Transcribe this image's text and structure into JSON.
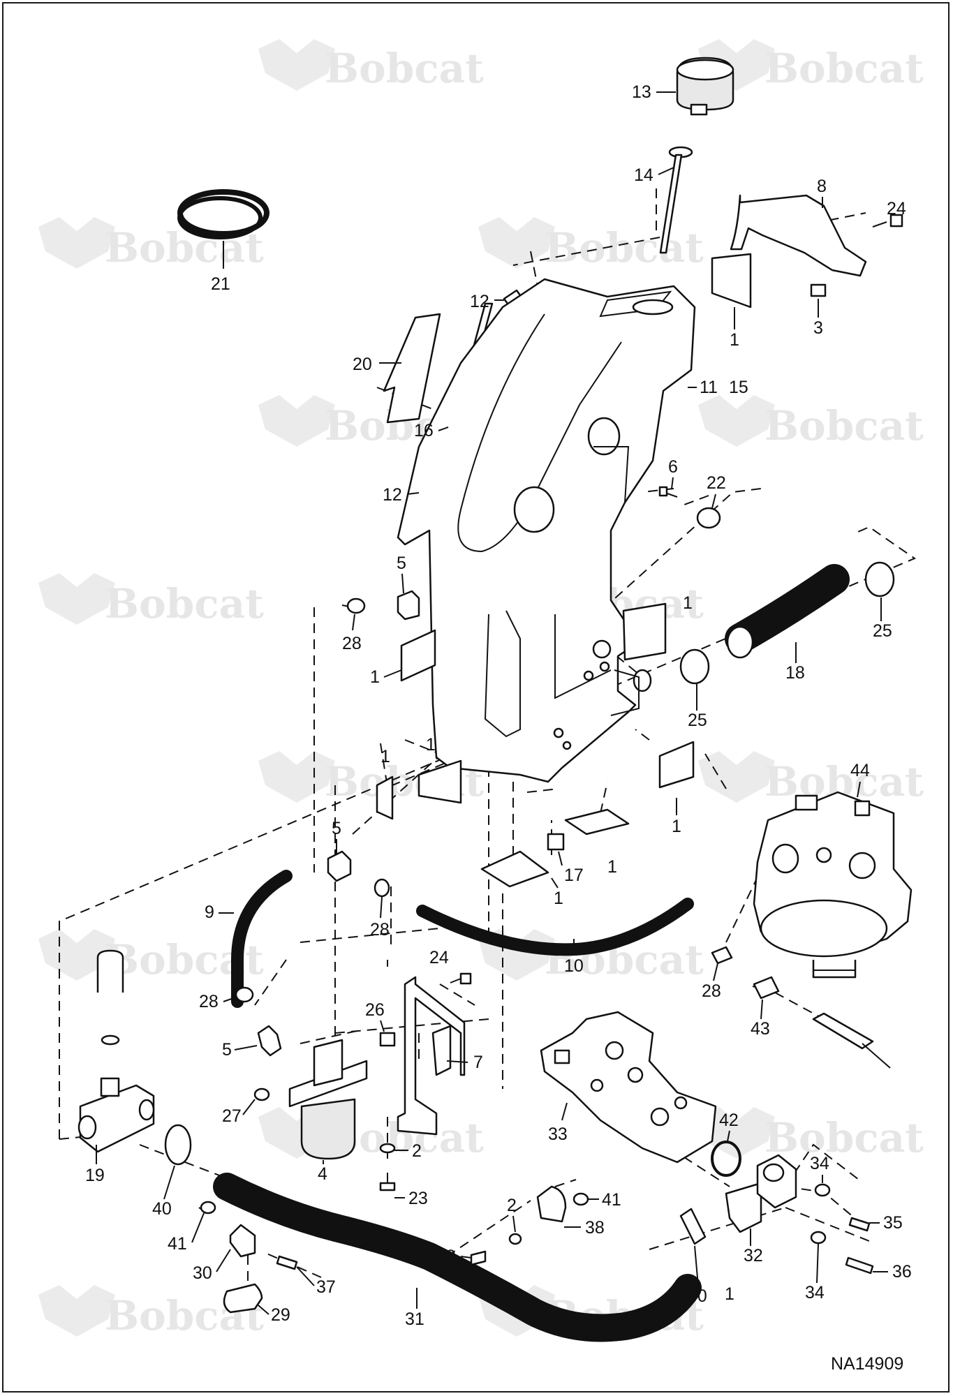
{
  "diagram": {
    "drawing_number": "NA14909",
    "watermark": "Bobcat",
    "accent_color": "#111111",
    "watermark_color": "#e6e6e6",
    "callouts": [
      {
        "id": "c13",
        "text": "13"
      },
      {
        "id": "c14",
        "text": "14"
      },
      {
        "id": "c8",
        "text": "8"
      },
      {
        "id": "c24a",
        "text": "24"
      },
      {
        "id": "c21",
        "text": "21"
      },
      {
        "id": "c1a",
        "text": "1"
      },
      {
        "id": "c3",
        "text": "3"
      },
      {
        "id": "c12a",
        "text": "12"
      },
      {
        "id": "c20",
        "text": "20"
      },
      {
        "id": "c11",
        "text": "11"
      },
      {
        "id": "c15",
        "text": "15"
      },
      {
        "id": "c16",
        "text": "16"
      },
      {
        "id": "c6",
        "text": "6"
      },
      {
        "id": "c22",
        "text": "22"
      },
      {
        "id": "c12b",
        "text": "12"
      },
      {
        "id": "c5a",
        "text": "5"
      },
      {
        "id": "c28a",
        "text": "28"
      },
      {
        "id": "c1b",
        "text": "1"
      },
      {
        "id": "c1c",
        "text": "1"
      },
      {
        "id": "c25a",
        "text": "25"
      },
      {
        "id": "c18",
        "text": "18"
      },
      {
        "id": "c25b",
        "text": "25"
      },
      {
        "id": "c1d",
        "text": "1"
      },
      {
        "id": "c1e",
        "text": "1"
      },
      {
        "id": "c44",
        "text": "44"
      },
      {
        "id": "c1f",
        "text": "1"
      },
      {
        "id": "c5b",
        "text": "5"
      },
      {
        "id": "c17",
        "text": "17"
      },
      {
        "id": "c1g",
        "text": "1"
      },
      {
        "id": "c1h",
        "text": "1"
      },
      {
        "id": "c9",
        "text": "9"
      },
      {
        "id": "c28b",
        "text": "28"
      },
      {
        "id": "c10",
        "text": "10"
      },
      {
        "id": "c24b",
        "text": "24"
      },
      {
        "id": "c28c",
        "text": "28"
      },
      {
        "id": "c28d",
        "text": "28"
      },
      {
        "id": "c26",
        "text": "26"
      },
      {
        "id": "c43",
        "text": "43"
      },
      {
        "id": "c5c",
        "text": "5"
      },
      {
        "id": "c7",
        "text": "7"
      },
      {
        "id": "c27",
        "text": "27"
      },
      {
        "id": "c33",
        "text": "33"
      },
      {
        "id": "c42",
        "text": "42"
      },
      {
        "id": "c19",
        "text": "19"
      },
      {
        "id": "c4",
        "text": "4"
      },
      {
        "id": "c2a",
        "text": "2"
      },
      {
        "id": "c34a",
        "text": "34"
      },
      {
        "id": "c40a",
        "text": "40"
      },
      {
        "id": "c23",
        "text": "23"
      },
      {
        "id": "c2b",
        "text": "2"
      },
      {
        "id": "c41a",
        "text": "41"
      },
      {
        "id": "c35",
        "text": "35"
      },
      {
        "id": "c41b",
        "text": "41"
      },
      {
        "id": "c38",
        "text": "38"
      },
      {
        "id": "c39",
        "text": "39"
      },
      {
        "id": "c32",
        "text": "32"
      },
      {
        "id": "c30",
        "text": "30"
      },
      {
        "id": "c37",
        "text": "37"
      },
      {
        "id": "c36",
        "text": "36"
      },
      {
        "id": "c34b",
        "text": "34"
      },
      {
        "id": "c40b",
        "text": "40"
      },
      {
        "id": "c29",
        "text": "29"
      },
      {
        "id": "c31",
        "text": "31"
      },
      {
        "id": "c1i",
        "text": "1"
      }
    ]
  }
}
